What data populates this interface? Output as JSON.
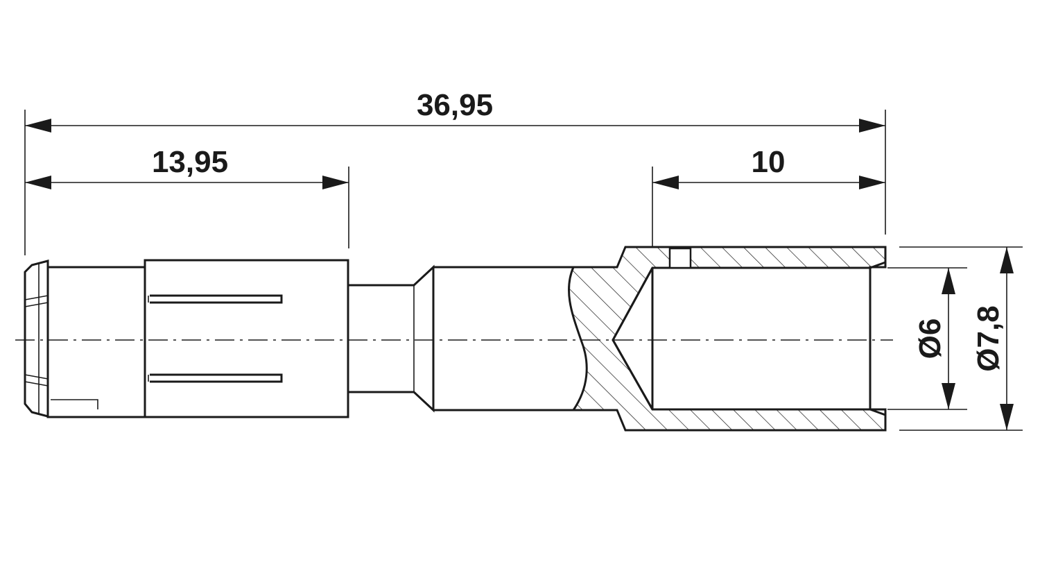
{
  "drawing": {
    "dimensions": {
      "overall_length": "36,95",
      "front_length": "13,95",
      "rear_length": "10",
      "inner_diameter": "Ø6",
      "outer_diameter": "Ø7,8"
    },
    "colors": {
      "line": "#1a1a1a",
      "background": "#ffffff"
    }
  }
}
